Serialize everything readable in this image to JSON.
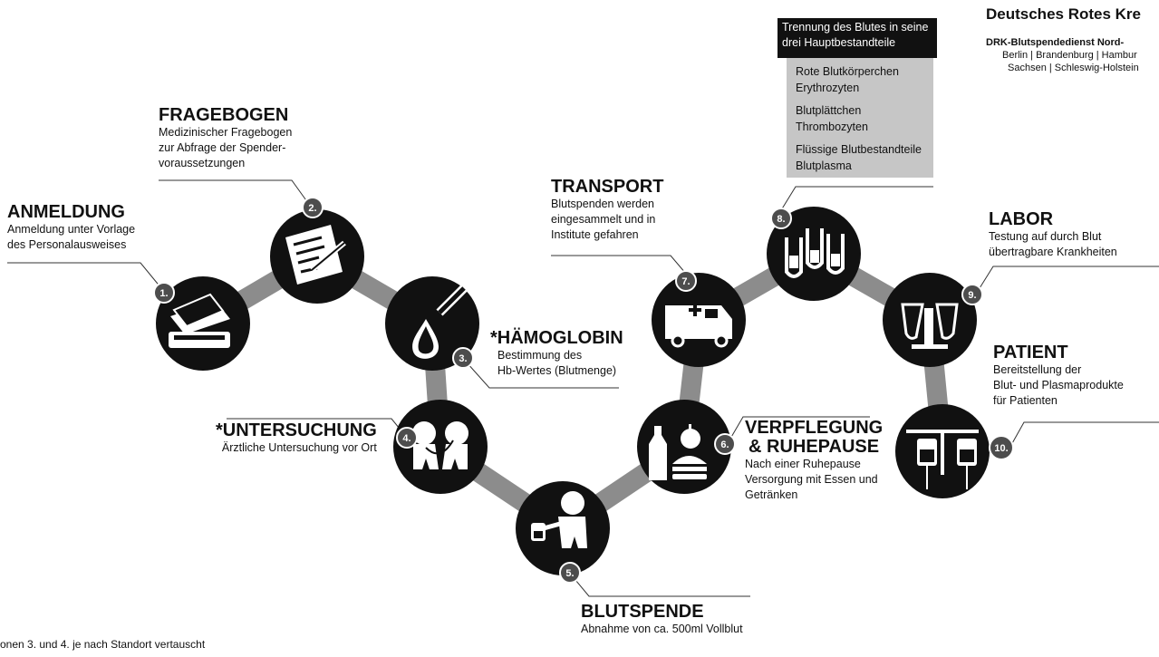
{
  "org": {
    "title": "Deutsches Rotes Kre",
    "subtitle": "DRK-Blutspendedienst Nord-",
    "regions_1": "Berlin | Brandenburg | Hambur",
    "regions_2": "Sachsen | Schleswig-Holstein"
  },
  "components": {
    "heading_1": "Trennung des Blutes in seine",
    "heading_2": "drei Hauptbestandteile",
    "items": [
      "Rote Blutkörperchen",
      "Erythrozyten",
      "Blutplättchen",
      "Thrombozyten",
      "Flüssige Blutbestandteile",
      "Blutplasma"
    ]
  },
  "steps": [
    {
      "num": "1.",
      "icon": "id-card-reader-icon",
      "title": "ANMELDUNG",
      "desc": [
        "Anmeldung unter Vorlage",
        "des Personalausweises"
      ]
    },
    {
      "num": "2.",
      "icon": "questionnaire-pen-icon",
      "title": "FRAGEBOGEN",
      "desc": [
        "Medizinischer Fragebogen",
        "zur Abfrage der Spender-",
        "voraussetzungen"
      ]
    },
    {
      "num": "3.",
      "icon": "blood-drop-tube-icon",
      "title": "*HÄMOGLOBIN",
      "desc": [
        "Bestimmung des",
        "Hb-Wertes (Blutmenge)"
      ]
    },
    {
      "num": "4.",
      "icon": "doctor-examination-icon",
      "title": "*UNTERSUCHUNG",
      "desc": [
        "Ärztliche Untersuchung vor Ort"
      ]
    },
    {
      "num": "5.",
      "icon": "donor-blood-bag-icon",
      "title": "BLUTSPENDE",
      "desc": [
        "Abnahme von ca. 500ml Vollblut"
      ]
    },
    {
      "num": "6.",
      "icon": "food-drink-icon",
      "title_lines": [
        "VERPFLEGUNG",
        "& RUHEPAUSE"
      ],
      "desc": [
        "Nach einer Ruhepause",
        "Versorgung mit Essen und",
        "Getränken"
      ]
    },
    {
      "num": "7.",
      "icon": "ambulance-icon",
      "title": "TRANSPORT",
      "desc": [
        "Blutspenden werden",
        "eingesammelt und in",
        "Institute gefahren"
      ]
    },
    {
      "num": "8.",
      "icon": "test-tubes-icon",
      "title": "",
      "desc": []
    },
    {
      "num": "9.",
      "icon": "lab-tubes-stand-icon",
      "title": "LABOR",
      "desc": [
        "Testung auf durch Blut",
        "übertragbare Krankheiten"
      ]
    },
    {
      "num": "10.",
      "icon": "blood-bags-drip-icon",
      "title": "PATIENT",
      "desc": [
        "Bereitstellung der",
        "Blut- und Plasmaprodukte",
        "für Patienten"
      ]
    }
  ],
  "footnote": "onen 3. und 4. je nach Standort vertauscht",
  "colors": {
    "circle": "#111111",
    "connector": "#8c8c8c",
    "badge": "#4d4d4d",
    "gray_box": "#c6c6c6",
    "line": "#333333"
  }
}
